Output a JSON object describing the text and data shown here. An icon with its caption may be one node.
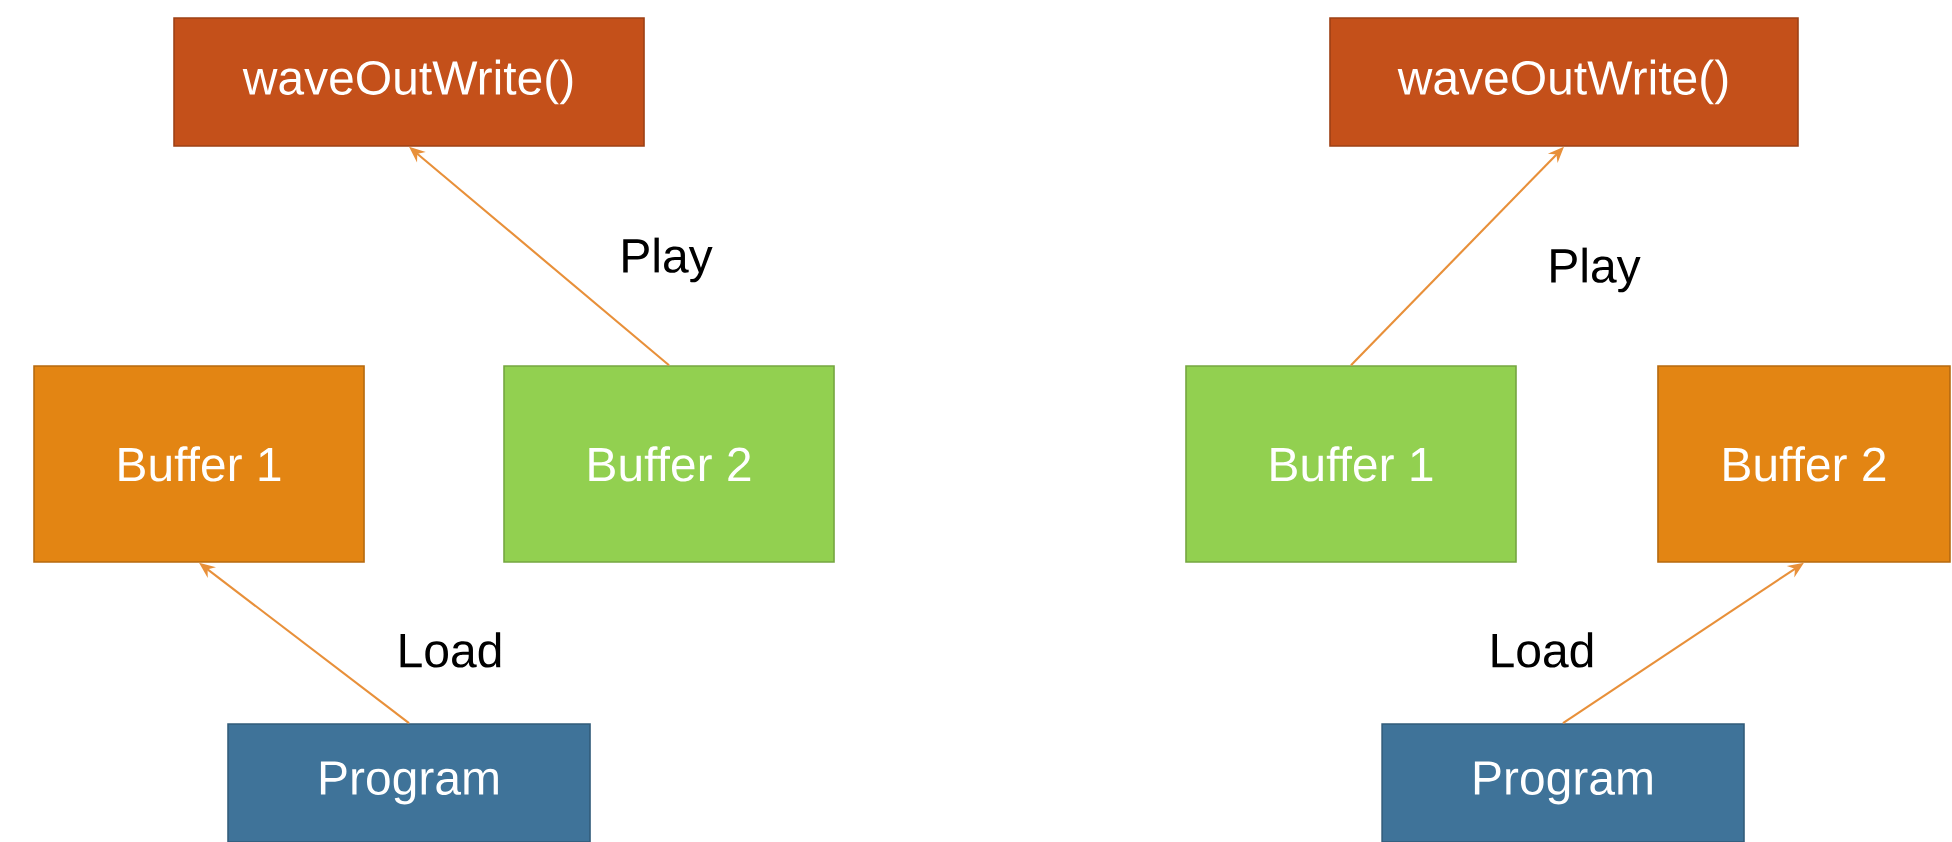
{
  "diagram": {
    "nodes": [
      {
        "text": [
          "waveOutWrite()"
        ]
      },
      {
        "text": [
          "Buffer 1"
        ]
      },
      {
        "text": [
          "Buffer 2"
        ]
      },
      {
        "text": [
          "Program"
        ]
      },
      {
        "text": [
          "waveOutWrite()"
        ]
      },
      {
        "text": [
          "Buffer 1"
        ]
      },
      {
        "text": [
          "Buffer 2"
        ]
      },
      {
        "text": [
          "Program"
        ]
      }
    ],
    "edges": [
      {
        "from": 2,
        "to": 0,
        "arrow": "to",
        "label": "Play"
      },
      {
        "from": 3,
        "to": 1,
        "arrow": "to",
        "label": "Load"
      },
      {
        "from": 5,
        "to": 4,
        "arrow": "to",
        "label": "Play"
      },
      {
        "from": 7,
        "to": 6,
        "arrow": "to",
        "label": "Load"
      }
    ]
  }
}
